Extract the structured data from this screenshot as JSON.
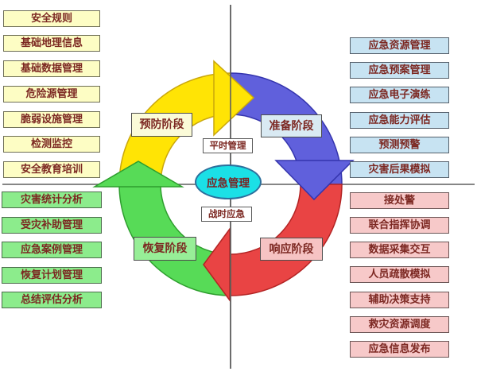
{
  "palette": {
    "prevention_arc": "#ffe405",
    "preparation_arc": "#6060dc",
    "response_arc": "#e94444",
    "recovery_arc": "#57db57",
    "center_ellipse": "#1be0e6",
    "prevention_list_fill": "#fdfdc4",
    "preparation_list_fill": "#c7e3f2",
    "response_list_fill": "#f7c9c9",
    "recovery_list_fill": "#8cec8c",
    "label_text": "#7c2822"
  },
  "center": {
    "label": "应急管理",
    "peacetime_label": "平时管理",
    "wartime_label": "战时应急"
  },
  "phases": {
    "prevention": "预防阶段",
    "preparation": "准备阶段",
    "response": "响应阶段",
    "recovery": "恢复阶段"
  },
  "lists": {
    "prevention": [
      "安全规则",
      "基础地理信息",
      "基础数据管理",
      "危险源管理",
      "脆弱设施管理",
      "检测监控",
      "安全教育培训"
    ],
    "preparation": [
      "应急资源管理",
      "应急预案管理",
      "应急电子演练",
      "应急能力评估",
      "预测预警",
      "灾害后果模拟"
    ],
    "response": [
      "接处警",
      "联合指挥协调",
      "数据采集交互",
      "人员疏散模拟",
      "辅助决策支持",
      "救灾资源调度",
      "应急信息发布"
    ],
    "recovery": [
      "灾害统计分析",
      "受灾补助管理",
      "应急案例管理",
      "恢复计划管理",
      "总结评估分析"
    ]
  }
}
